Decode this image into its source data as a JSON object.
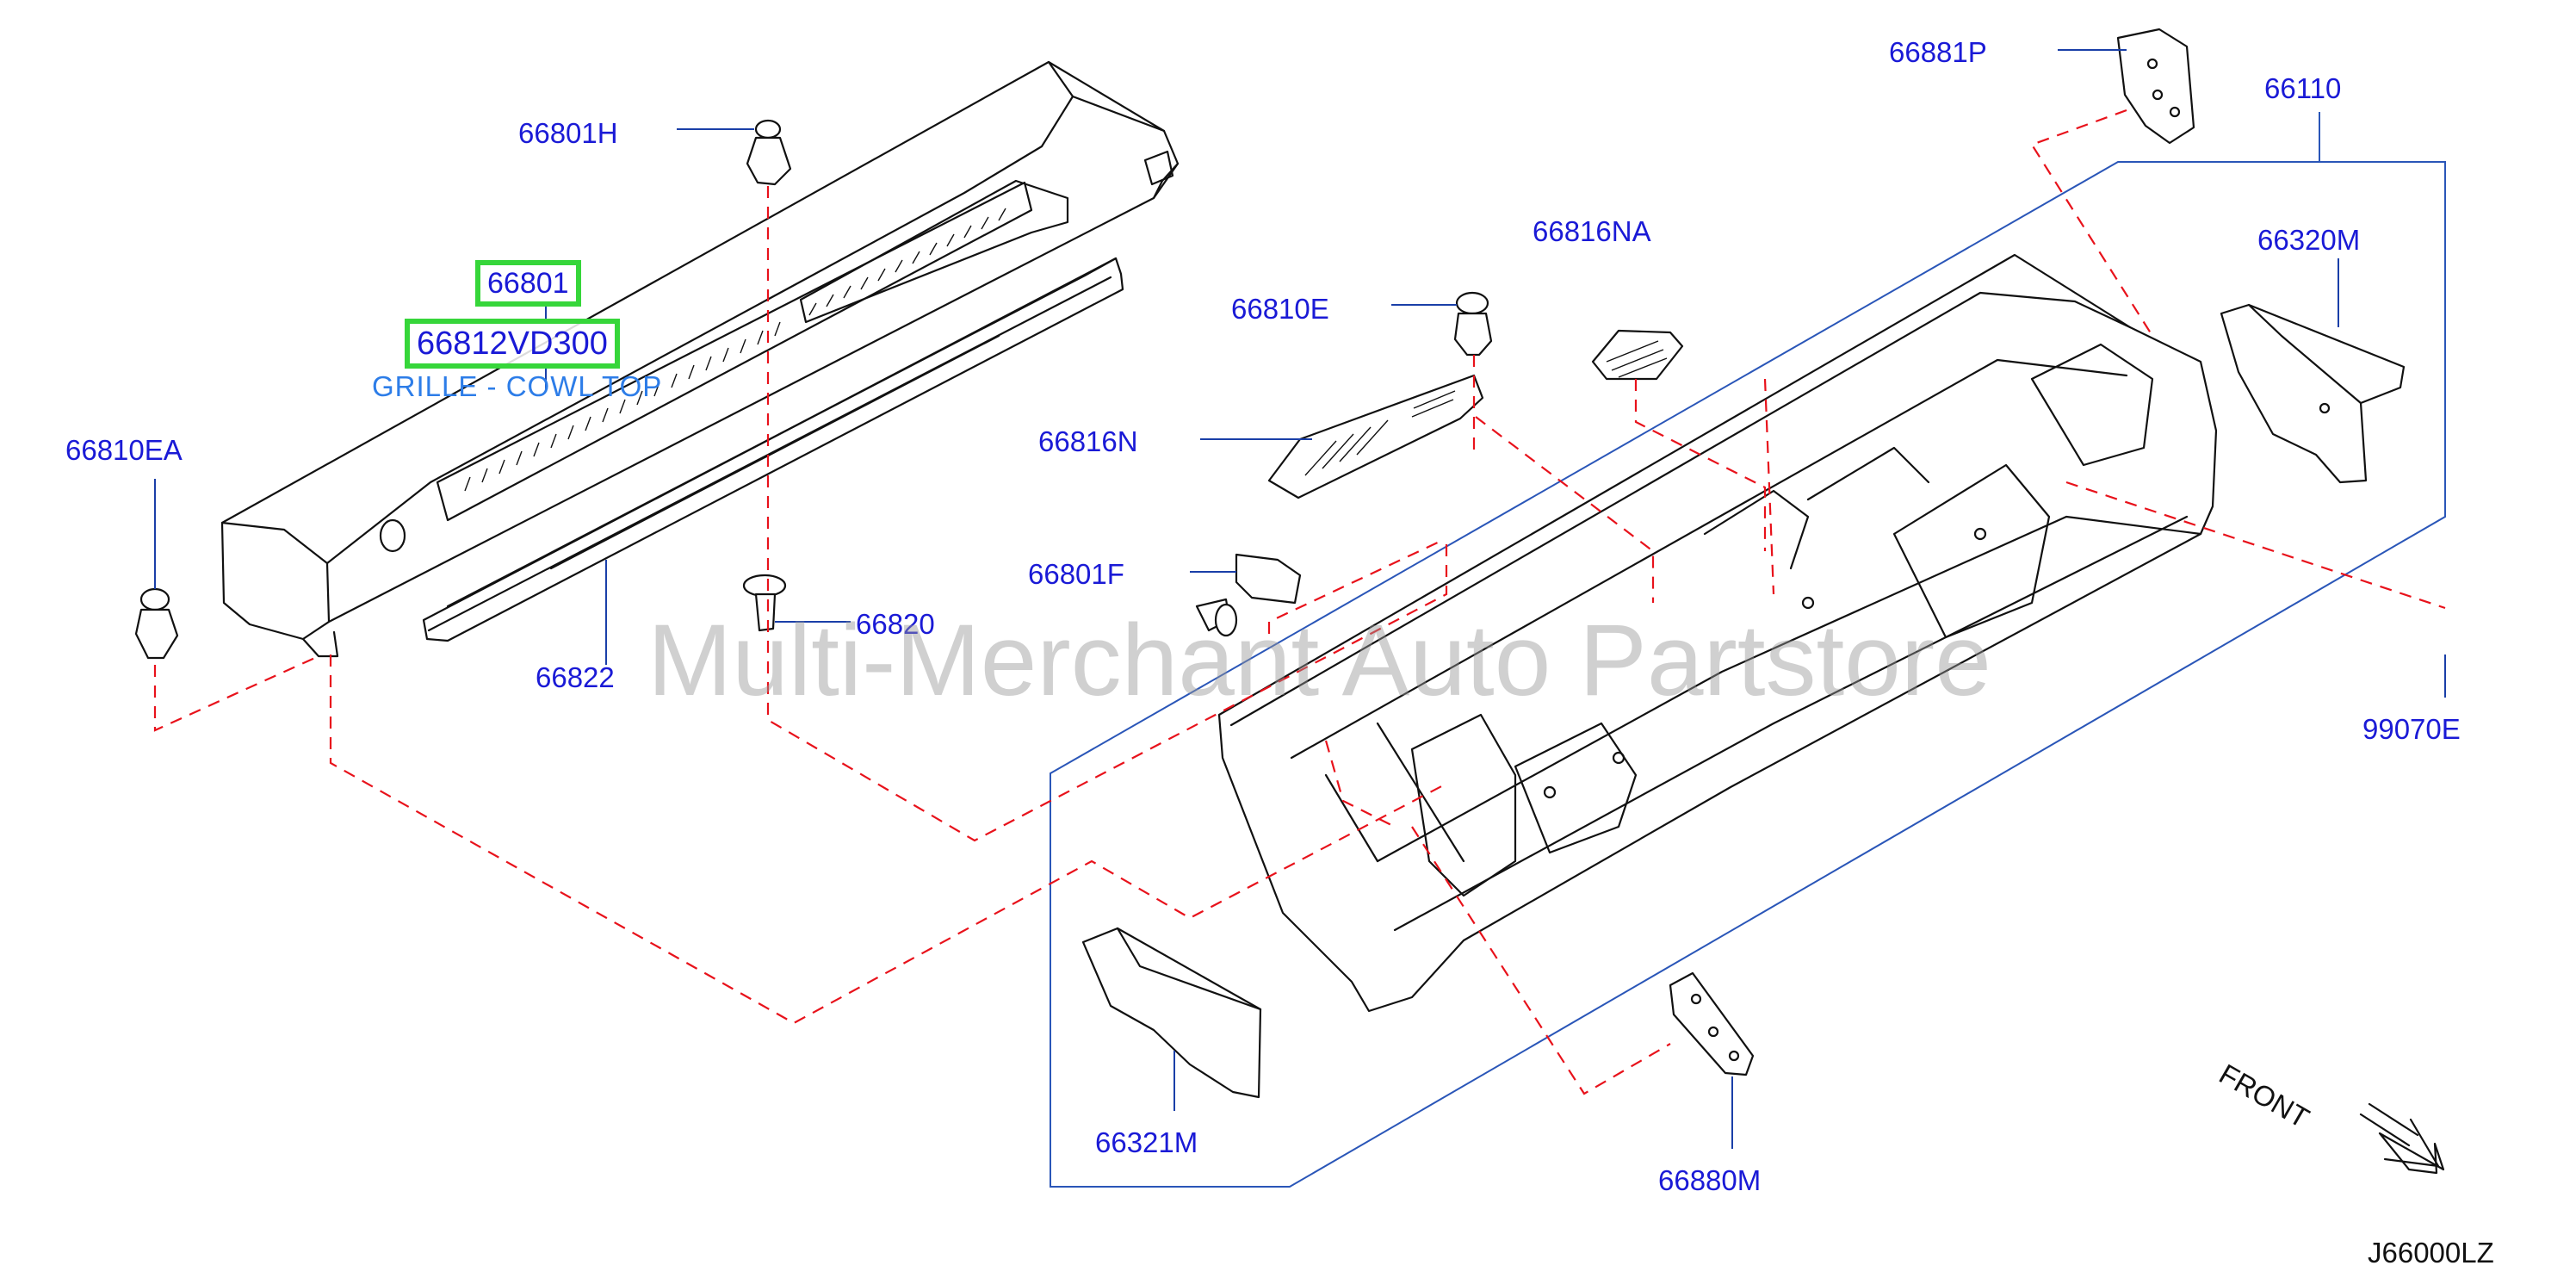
{
  "diagram": {
    "highlight_color": "#36d63a",
    "label_color": "#1a1ad6",
    "description_color": "#2d7de8",
    "dash_color": "#e8121b",
    "box_color": "#2a56b8",
    "highlighted_parts": [
      "66801",
      "66812VD300"
    ],
    "highlighted_description": "GRILLE - COWL TOP",
    "part_labels": [
      {
        "id": "66801H"
      },
      {
        "id": "66810EA"
      },
      {
        "id": "66820"
      },
      {
        "id": "66822"
      },
      {
        "id": "66810E"
      },
      {
        "id": "66816NA"
      },
      {
        "id": "66816N"
      },
      {
        "id": "66801F"
      },
      {
        "id": "66881P"
      },
      {
        "id": "66110"
      },
      {
        "id": "66320M"
      },
      {
        "id": "99070E"
      },
      {
        "id": "66321M"
      },
      {
        "id": "66880M"
      }
    ],
    "front_label": "FRONT",
    "drawing_code": "J66000LZ",
    "watermark": "Multi-Merchant Auto Partstore"
  }
}
